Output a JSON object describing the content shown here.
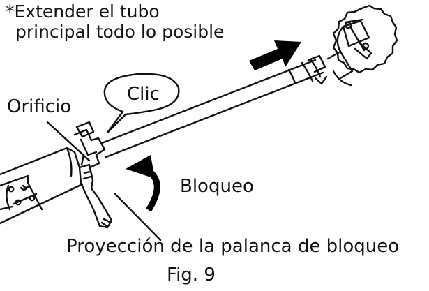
{
  "note": {
    "line1": "*Extender el tubo",
    "line2": "principal todo lo posible"
  },
  "labels": {
    "clic": "Clic",
    "orificio": "Orificio",
    "bloqueo": "Bloqueo",
    "projection": "Proyección de la palanca de bloqueo"
  },
  "caption": "Fig. 9",
  "colors": {
    "line": "#111111",
    "background": "#ffffff",
    "arrow": "#000000"
  }
}
